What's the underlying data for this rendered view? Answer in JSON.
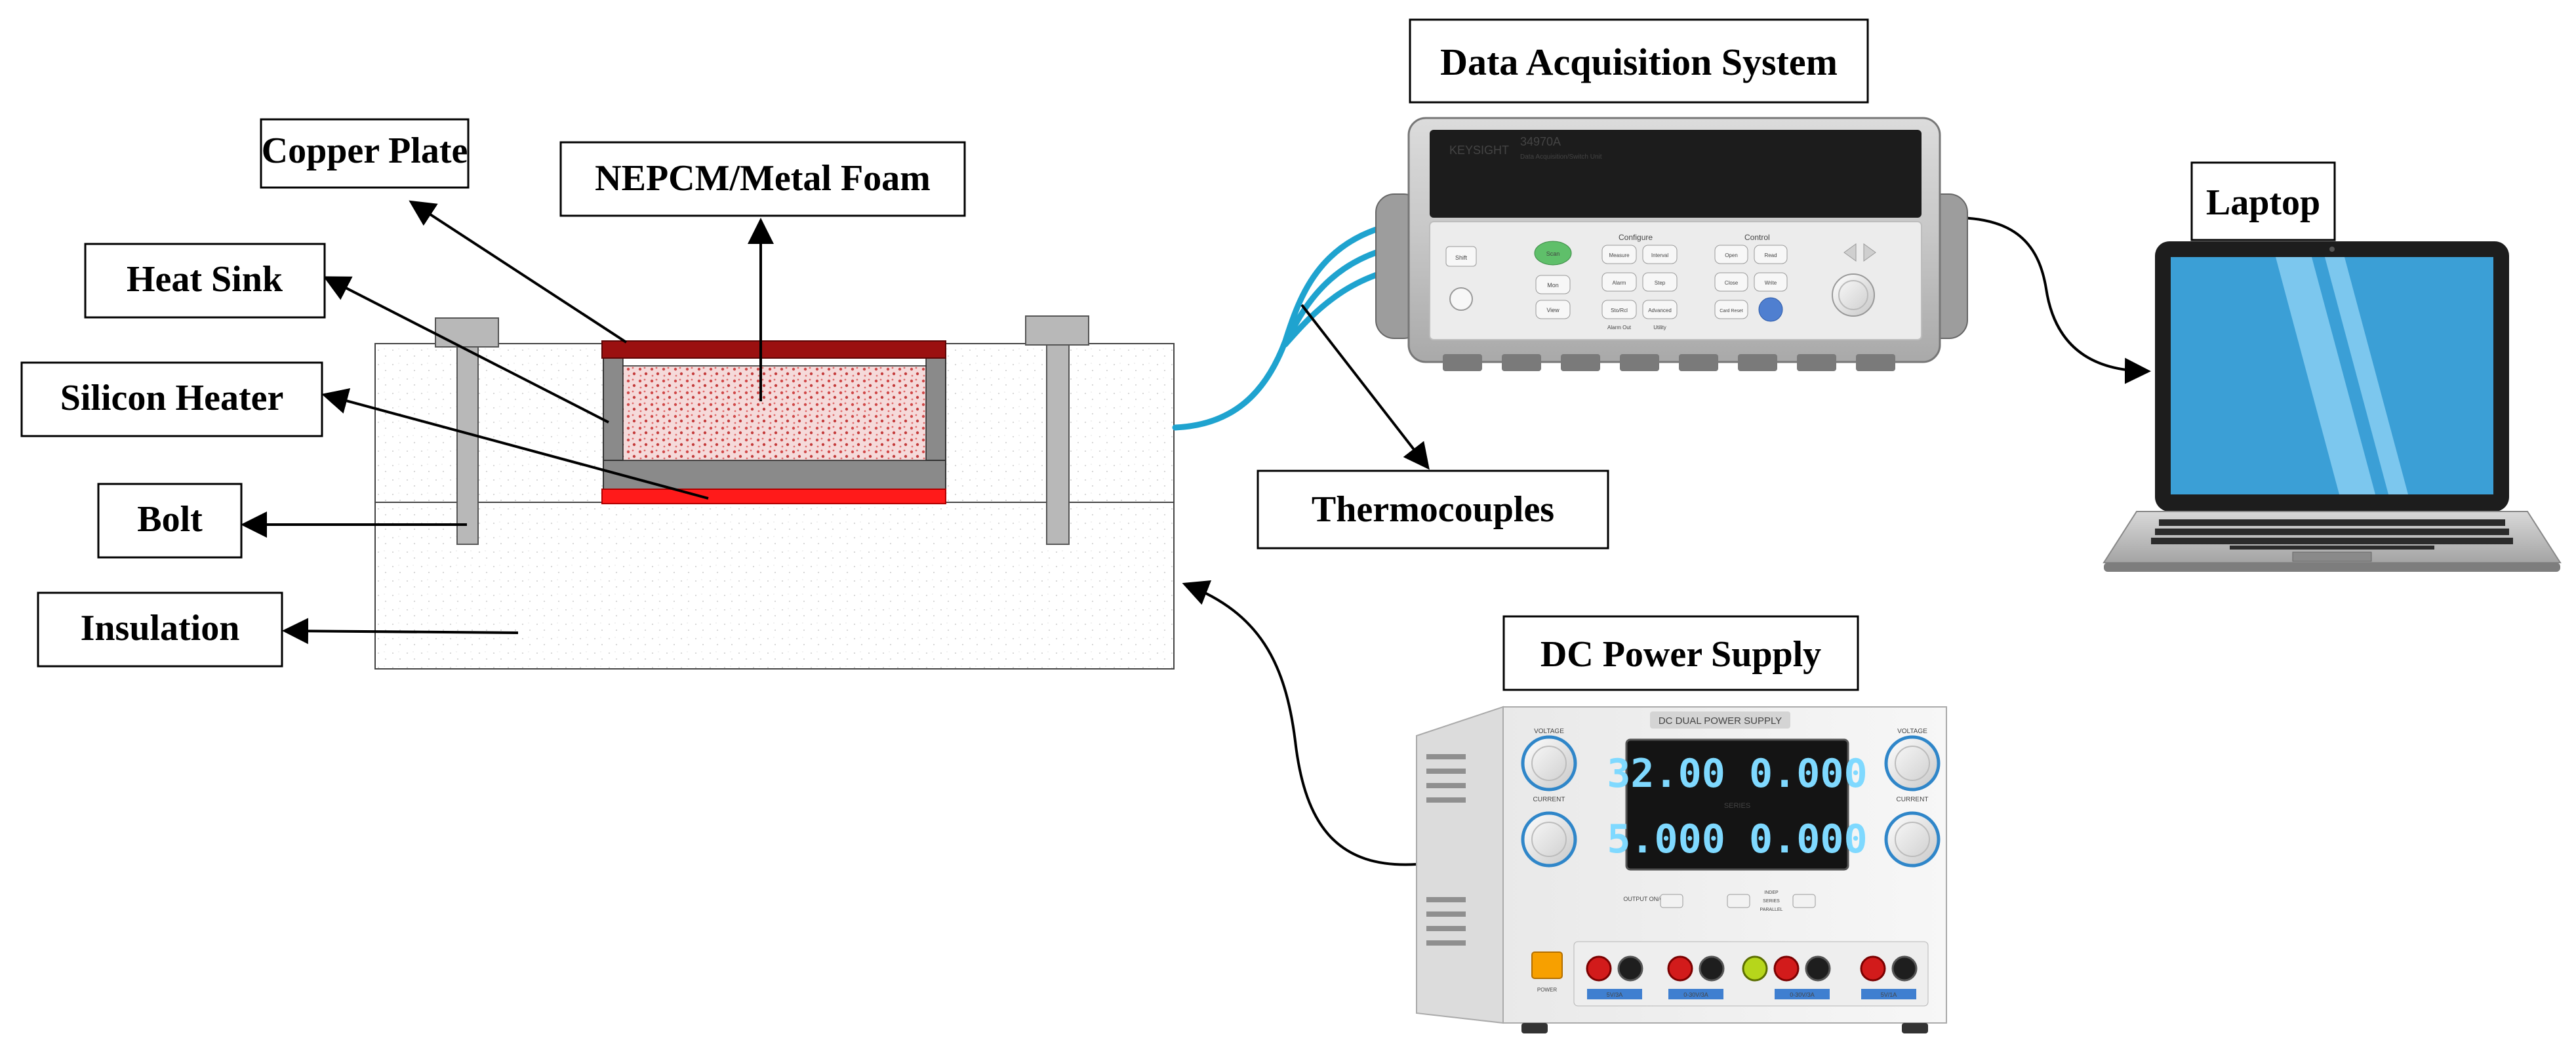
{
  "labels": {
    "copper_plate": "Copper Plate",
    "nepcm_metal_foam": "NEPCM/Metal Foam",
    "heat_sink": "Heat Sink",
    "silicon_heater": "Silicon Heater",
    "bolt": "Bolt",
    "insulation": "Insulation",
    "data_acquisition_system": "Data Acquisition System",
    "laptop": "Laptop",
    "thermocouples": "Thermocouples",
    "dc_power_supply": "DC Power Supply"
  },
  "daq_device": {
    "brand": "KEYSIGHT",
    "model": "34970A",
    "subtitle": "Data Acquisition/Switch Unit",
    "section_configure": "Configure",
    "section_control": "Control",
    "buttons": [
      "Scan",
      "Mon",
      "View",
      "Measure",
      "Interval",
      "Alarm",
      "Open",
      "Read",
      "Close",
      "Write",
      "Card Reset",
      "Shift",
      "Alarm Out",
      "Utility",
      "Advanced",
      "Step",
      "Sto/Rcl"
    ]
  },
  "power_supply": {
    "title": "DC DUAL POWER SUPPLY",
    "display_top": "32.00 0.000",
    "display_bottom": "5.000 0.000",
    "mode_label": "SERIES",
    "voltage_label": "VOLTAGE",
    "current_label": "CURRENT",
    "output_label": "OUTPUT ON/OFF",
    "mode_options": [
      "INDEP",
      "SERIES",
      "PARALLEL"
    ],
    "power_label": "POWER",
    "terminal_labels": [
      "5V/3A",
      "0-30V/3A",
      "0-30V/3A",
      "5V/1A"
    ]
  },
  "colors": {
    "copper_plate": "#9b1010",
    "silicon_heater": "#ff1a1a",
    "pcm_fill": "#f2d4d4",
    "pcm_dots": "#d04848",
    "heat_sink": "#8a8a8a",
    "bolt": "#b4b4b4",
    "cable": "#1fa3cf",
    "laptop_screen": "#3b9fd6",
    "lcd_text": "#7fd9ff"
  },
  "icons": [
    "arrow-icon",
    "keysight-logo-icon",
    "knob-icon",
    "terminal-icon"
  ]
}
